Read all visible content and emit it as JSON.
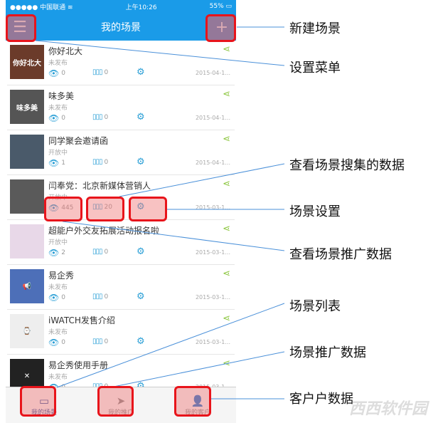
{
  "status_bar": {
    "carrier": "●●●●● 中国联通 ≋",
    "time": "上午10:26",
    "battery": "55% ▭"
  },
  "nav": {
    "title": "我的场景",
    "menu_icon": "☰",
    "add_icon": "+"
  },
  "rows": [
    {
      "title": "你好北大",
      "status": "未发布",
      "views": "0",
      "data": "0",
      "date": "2015-04-1...",
      "thumb": "你好北大",
      "color": "#6b3b2a"
    },
    {
      "title": "味多美",
      "status": "未发布",
      "views": "0",
      "data": "0",
      "date": "2015-04-1...",
      "thumb": "味多美",
      "color": "#555"
    },
    {
      "title": "同学聚会邀请函",
      "status": "开放中",
      "views": "1",
      "data": "0",
      "date": "2015-04-1...",
      "thumb": "",
      "color": "#4a5a6a"
    },
    {
      "title": "闫奉党：北京新媒体营销人",
      "status": "开放中",
      "views": "445",
      "data": "20",
      "date": "2015-03-1...",
      "thumb": "",
      "color": "#5a5a5a"
    },
    {
      "title": "超能户外交友拓展活动报名啦",
      "status": "开放中",
      "views": "2",
      "data": "0",
      "date": "2015-03-1...",
      "thumb": "",
      "color": "#e8d8e8"
    },
    {
      "title": "易企秀",
      "status": "未发布",
      "views": "0",
      "data": "0",
      "date": "2015-03-1...",
      "thumb": "📢",
      "color": "#4d6fb8"
    },
    {
      "title": "iWATCH发售介绍",
      "status": "未发布",
      "views": "0",
      "data": "0",
      "date": "2015-03-1...",
      "thumb": "⌚",
      "color": "#eee"
    },
    {
      "title": "易企秀使用手册",
      "status": "未发布",
      "views": "0",
      "data": "0",
      "date": "2015-03-1...",
      "thumb": "✕",
      "color": "#222"
    }
  ],
  "tabs": [
    {
      "label": "我的场景",
      "icon": "▭"
    },
    {
      "label": "我的推广",
      "icon": "➤"
    },
    {
      "label": "我的客户",
      "icon": "👤"
    }
  ],
  "annotations": {
    "new_scene": "新建场景",
    "settings_menu": "设置菜单",
    "view_collected": "查看场景搜集的数据",
    "scene_settings": "场景设置",
    "view_promo": "查看场景推广数据",
    "scene_list": "场景列表",
    "promo_data": "场景推广数据",
    "customer_data": "客户户数据"
  },
  "watermark": "西西软件园"
}
